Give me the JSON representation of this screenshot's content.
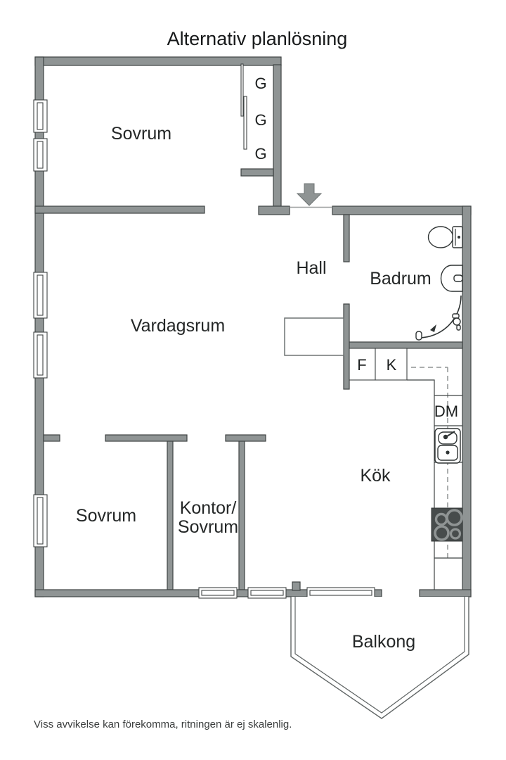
{
  "title": "Alternativ planlösning",
  "disclaimer": "Viss avvikelse kan förekomma, ritningen är ej skalenlig.",
  "rooms": {
    "bedroom_top": "Sovrum",
    "living_room": "Vardagsrum",
    "hall": "Hall",
    "bathroom": "Badrum",
    "kitchen": "Kök",
    "bedroom_bottom": "Sovrum",
    "office_line1": "Kontor/",
    "office_line2": "Sovrum",
    "balcony": "Balkong"
  },
  "appliances": {
    "wardrobes": [
      "G",
      "G",
      "G"
    ],
    "fridge": "F",
    "freezer": "K",
    "dishwasher": "DM"
  },
  "icons": [
    "entrance-arrow-icon",
    "toilet-icon",
    "bathroom-sink-icon",
    "shower-icon",
    "kitchen-sink-icon",
    "stove-icon",
    "window-icon"
  ],
  "colors": {
    "wall": "#8f9494",
    "outline": "#3f4444",
    "text": "#212424",
    "dashed_line": "#8f9393",
    "stove": "#474c4c"
  }
}
